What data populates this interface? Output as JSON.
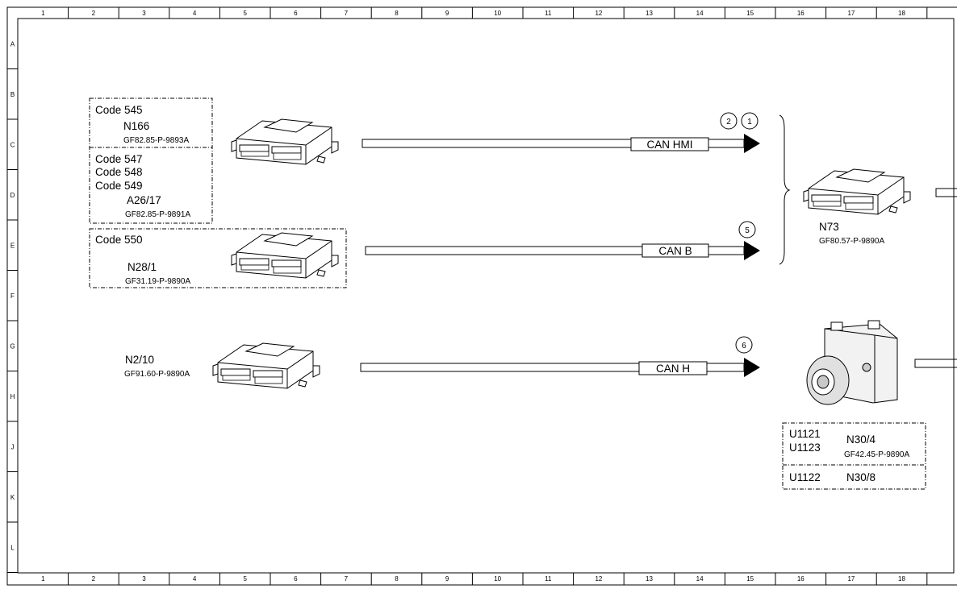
{
  "border": {
    "columns": [
      "1",
      "2",
      "3",
      "4",
      "5",
      "6",
      "7",
      "8",
      "9",
      "10",
      "11",
      "12",
      "13",
      "14",
      "15",
      "16",
      "17",
      "18"
    ],
    "rows": [
      "A",
      "B",
      "C",
      "D",
      "E",
      "F",
      "G",
      "H",
      "J",
      "K",
      "L"
    ]
  },
  "groups": {
    "n166": {
      "code": "Code 545",
      "name": "N166",
      "ref": "GF82.85-P-9893A"
    },
    "a26": {
      "codes": [
        "Code 547",
        "Code 548",
        "Code 549"
      ],
      "name": "A26/17",
      "ref": "GF82.85-P-9891A"
    },
    "n28": {
      "code": "Code 550",
      "name": "N28/1",
      "ref": "GF31.19-P-9890A"
    }
  },
  "n2_10": {
    "name": "N2/10",
    "ref": "GF91.60-P-9890A"
  },
  "n73": {
    "name": "N73",
    "ref": "GF80.57-P-9890A"
  },
  "buses": {
    "hmi": {
      "label": "CAN HMI",
      "circles": [
        "2",
        "1"
      ]
    },
    "b": {
      "label": "CAN B",
      "circles": [
        "5"
      ]
    },
    "h": {
      "label": "CAN H",
      "circles": [
        "6"
      ]
    }
  },
  "n30": {
    "codes": [
      "U1121",
      "U1123"
    ],
    "name": "N30/4",
    "ref": "GF42.45-P-9890A",
    "code2": "U1122",
    "name2": "N30/8"
  }
}
